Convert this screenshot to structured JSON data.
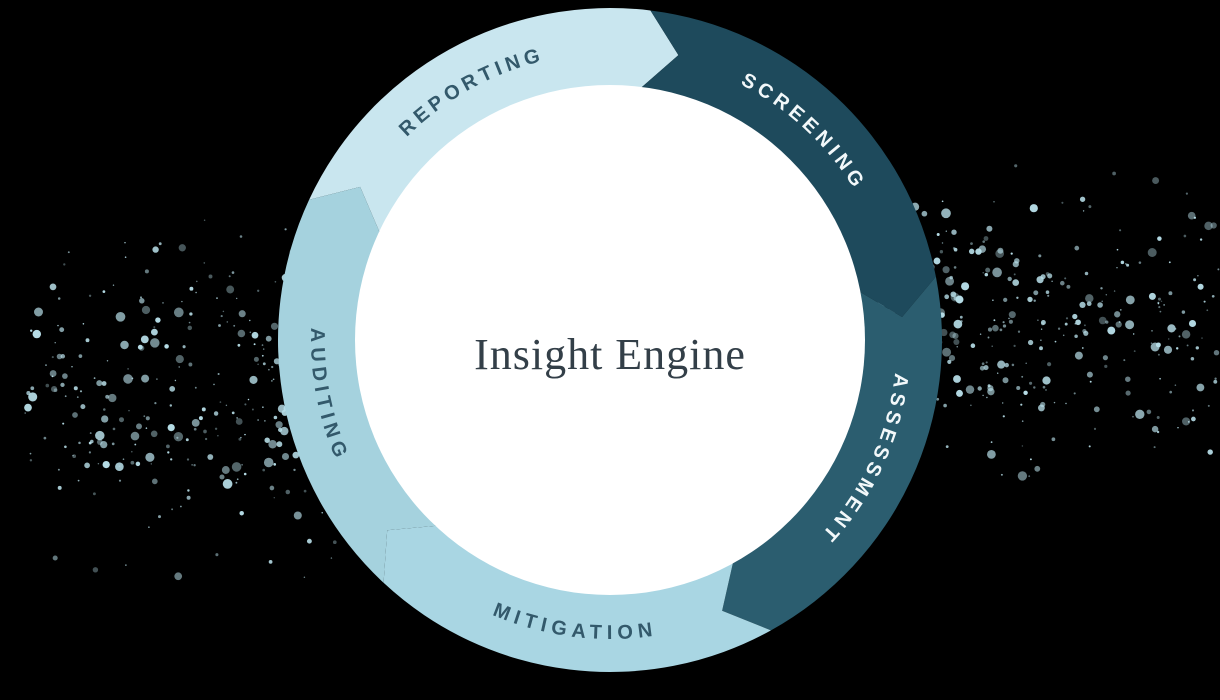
{
  "diagram": {
    "title": "Insight Engine",
    "title_color": "#333f48",
    "background_color": "#000000",
    "center_fill": "#ffffff",
    "accent_speckle_color": "#b8dfe9",
    "segments": [
      {
        "label": "REPORTING",
        "color": "#c9e6ef",
        "text_color": "#33596b"
      },
      {
        "label": "SCREENING",
        "color": "#1e4a5c",
        "text_color": "#f2f8fa"
      },
      {
        "label": "ASSESSMENT",
        "color": "#2b5d6f",
        "text_color": "#f2f8fa"
      },
      {
        "label": "MITIGATION",
        "color": "#a9d6e3",
        "text_color": "#33596b"
      },
      {
        "label": "AUDITING",
        "color": "#a5d2de",
        "text_color": "#33596b"
      }
    ]
  }
}
